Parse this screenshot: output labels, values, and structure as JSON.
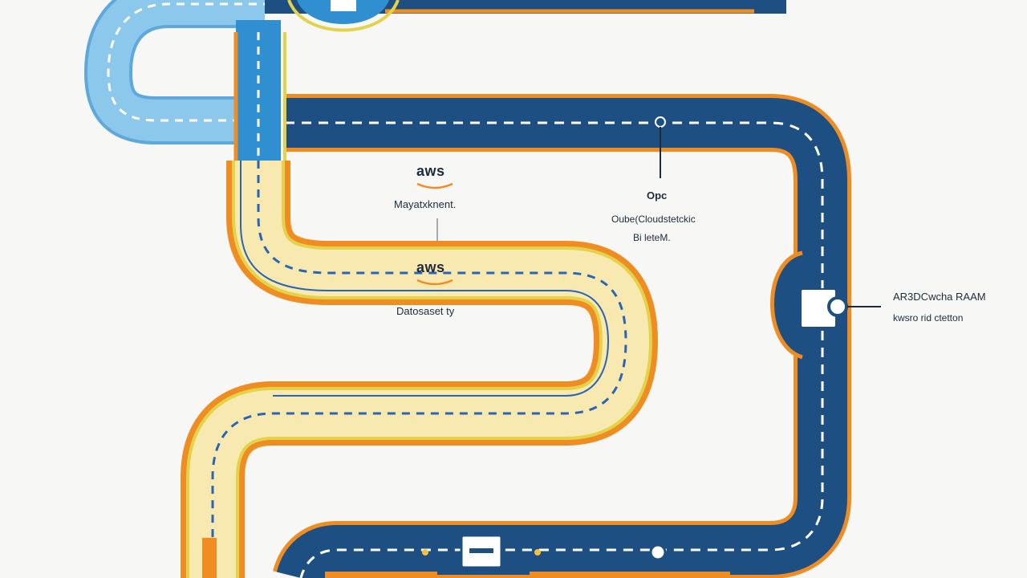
{
  "labels": {
    "aws_logo_top": "aws",
    "management": "Mayatxknent.",
    "aws_logo_mid": "aws",
    "datasheet": "Datosaset ty",
    "ops_title": "Opc",
    "ops_line1": "Oube(Cloudstetckic",
    "ops_line2": "Bi leteM.",
    "right_title": "AR3DCwcha RAAM",
    "right_sub": "kwsro rid ctetton"
  },
  "colors": {
    "dark_road": "#1e4f82",
    "blue_road": "#2f8fd0",
    "light_road": "#8cc8ec",
    "cream_road": "#f7e9b0",
    "orange": "#ef8c22",
    "yellow": "#e3d24a",
    "dash_white": "#ffffff",
    "dash_blue": "#2a64b5"
  }
}
